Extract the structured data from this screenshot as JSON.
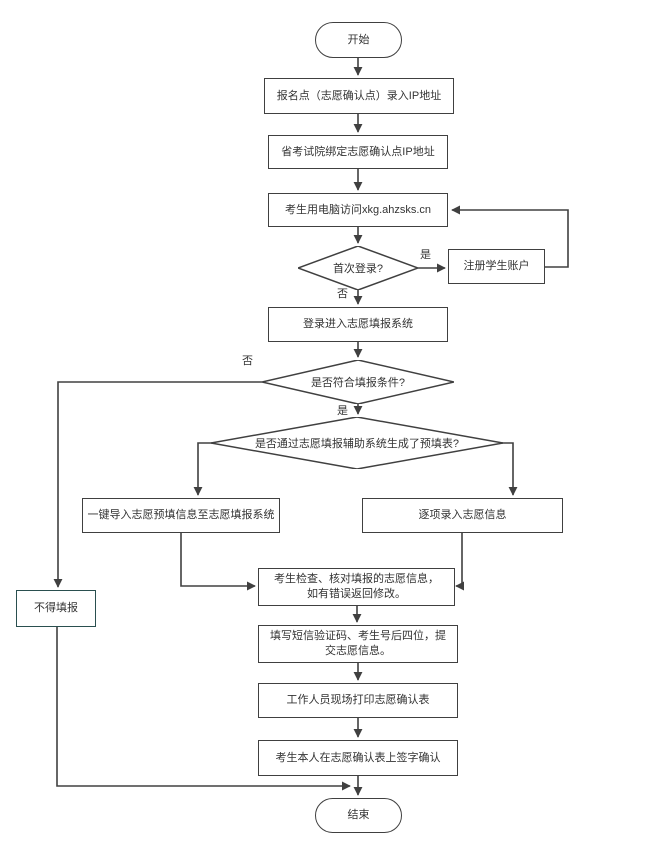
{
  "flowchart": {
    "background": "#ffffff",
    "colors": {
      "node_fill": "#ffffff",
      "node_border": "#404040",
      "connector": "#404040",
      "text": "#333333",
      "not_allowed_border": "#2a4f4f"
    },
    "nodes": {
      "start": {
        "label": "开始",
        "type": "terminator"
      },
      "report_point_ip": {
        "label": "报名点（志愿确认点）录入IP地址",
        "type": "process"
      },
      "bind_ip": {
        "label": "省考试院绑定志愿确认点IP地址",
        "type": "process"
      },
      "visit_site": {
        "label": "考生用电脑访问xkg.ahzsks.cn",
        "type": "process"
      },
      "first_login": {
        "label": "首次登录?",
        "type": "decision"
      },
      "register_account": {
        "label": "注册学生账户",
        "type": "process"
      },
      "login_system": {
        "label": "登录进入志愿填报系统",
        "type": "process"
      },
      "meet_conditions": {
        "label": "是否符合填报条件?",
        "type": "decision"
      },
      "prefill_generated": {
        "label": "是否通过志愿填报辅助系统生成了预填表?",
        "type": "decision"
      },
      "one_click_import": {
        "label": "一键导入志愿预填信息至志愿填报系统",
        "type": "process"
      },
      "item_entry": {
        "label": "逐项录入志愿信息",
        "type": "process"
      },
      "check_info": {
        "label": "考生检查、核对填报的志愿信息，如有错误返回修改。",
        "type": "process"
      },
      "sms_submit": {
        "label": "填写短信验证码、考生号后四位，提交志愿信息。",
        "type": "process"
      },
      "print_confirm": {
        "label": "工作人员现场打印志愿确认表",
        "type": "process"
      },
      "sign_confirm": {
        "label": "考生本人在志愿确认表上签字确认",
        "type": "process"
      },
      "not_allowed": {
        "label": "不得填报",
        "type": "process"
      },
      "end": {
        "label": "结束",
        "type": "terminator"
      }
    },
    "edge_labels": {
      "first_login_yes": "是",
      "first_login_no": "否",
      "conditions_no": "否",
      "conditions_yes": "是"
    }
  }
}
